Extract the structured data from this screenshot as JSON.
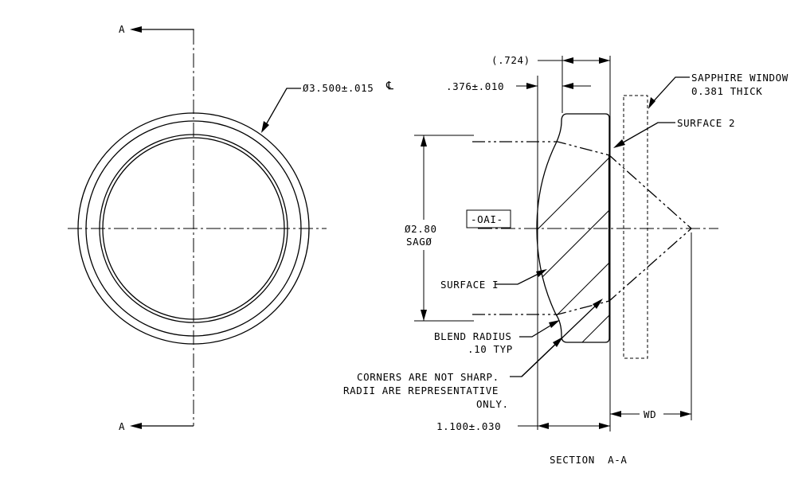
{
  "front_view": {
    "section_marker_top": "A",
    "section_marker_bottom": "A",
    "diameter_callout": "Ø3.500±.015",
    "centerline_symbol": "℄"
  },
  "section_view": {
    "dim_overall_top": "(.724)",
    "dim_edge": ".376±.010",
    "window_label_line1": "SAPPHIRE WINDOW",
    "window_label_line2": "0.381 THICK",
    "surface_2_label": "SURFACE 2",
    "oai_tag": "-OAI-",
    "aperture_dim_line1": "Ø2.80",
    "aperture_dim_line2": "SAGØ",
    "surface_1_label": "SURFACE I",
    "blend_radius_line1": "BLEND RADIUS",
    "blend_radius_line2": ".10 TYP",
    "corners_note_line1": "CORNERS ARE NOT SHARP.",
    "corners_note_line2": "RADII ARE REPRESENTATIVE",
    "corners_note_line3": "ONLY.",
    "dim_thickness": "1.100±.030",
    "dim_wd": "WD",
    "section_title": "SECTION  A-A"
  }
}
